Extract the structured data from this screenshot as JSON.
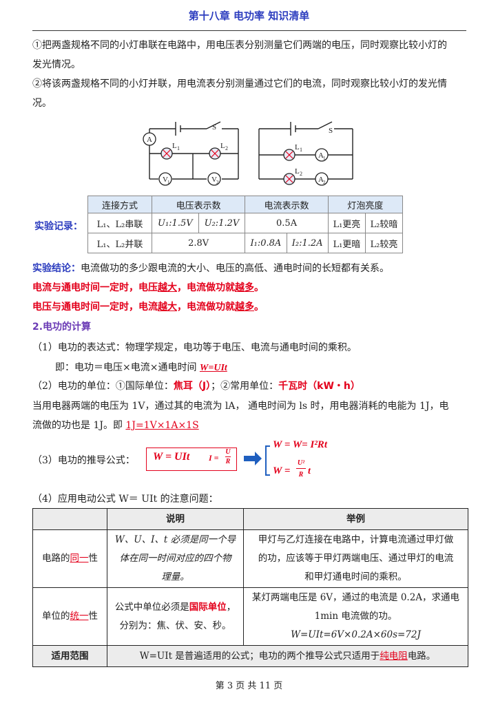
{
  "header": "第十八章  电功率  知识清单",
  "p1a": "①把两盏规格不同的小灯串联在电路中，用电压表分别测量它们两端的电压，同时观察比较小灯的",
  "p1b": "发光情况。",
  "p2a": "②将该两盏规格不同的小灯并联，用电流表分别测量通过它们的电流，同时观察比较小灯的发光情",
  "p2b": "况。",
  "circuit": {
    "ammeter": "A",
    "switch": "S",
    "l1": "L",
    "l2": "L",
    "sub1": "1",
    "sub2": "2",
    "v1": "V",
    "v2": "V",
    "a1": "A",
    "a2": "A"
  },
  "record": {
    "label": "实验记录：",
    "headers": [
      "连接方式",
      "电压表示数",
      "电流表示数",
      "灯泡亮度"
    ],
    "row1": [
      "L₁、L₂串联",
      "U₁:1.5V",
      "U₂:1.2V",
      "0.5A",
      "L₁更亮",
      "L₂较暗"
    ],
    "row2": [
      "L₁、L₂并联",
      "2.8V",
      "I₁:0.8A",
      "I₂:1.2A",
      "L₁更暗",
      "L₂较亮"
    ]
  },
  "conclusion_label": "实验结论：",
  "conclusion_text": "电流做功的多少跟电流的大小、电压的高低、通电时间的长短都有关系。",
  "red1_a": "电流与通电时间一定时，电压",
  "red1_b": "越大",
  "red1_c": "，电流做功就",
  "red1_d": "越多",
  "red1_e": "。",
  "red2_a": "电压与通电时间一定时，电流",
  "red2_b": "越大",
  "red2_c": "，电流做功就",
  "red2_d": "越多",
  "red2_e": "。",
  "sec2": "2.电功的计算",
  "item1": "（1）电功的表达式：物理学规定，电功等于电压、电流与通电时间的乘积。",
  "item1b": "即：电功＝电压×电流×通电时间 ",
  "item1_formula": "W=UIt",
  "item2_a": "（2）电功的单位：①国际单位：",
  "item2_b": "焦耳（J）",
  "item2_c": "；②常用单位：",
  "item2_d": "千瓦时（kW・h）",
  "item2_line2": "当用电器两端的电压为 1V，通过其的电流为 lA， 通电时间为 ls 时，用电器消耗的电能为 1J，电",
  "item2_line3": "流做的功也是 1J。即 ",
  "item2_formula": "1J=1V×1A×1S",
  "item3": "（3）电功的推导公式：",
  "derive": {
    "box1": "W = UIt",
    "box2": "I =",
    "frac_u": "U",
    "frac_r": "R",
    "top": "W = W= I²Rt",
    "bot_w": "W =",
    "bot_num": "U²",
    "bot_den": "R",
    "bot_t": "t"
  },
  "item4": "（4）应用电动公式 W＝ UIt  的注意问题：",
  "table": {
    "h": [
      "说明",
      "举例"
    ],
    "r1_label_a": "电路的",
    "r1_label_b": "同一",
    "r1_label_c": "性",
    "r1_desc": [
      "W、U、I、t 必须是同一个导",
      "体在同一时间对应的四个物",
      "理量。"
    ],
    "r1_ex": [
      "甲灯与乙灯连接在电路中，计算电流通过甲灯做",
      "的功，应该等于甲灯两端电压、通过甲灯的电流",
      "和甲灯通电时间的乘积。"
    ],
    "r2_label_a": "单位的",
    "r2_label_b": "统一",
    "r2_label_c": "性",
    "r2_desc_a": "公式中单位必须是",
    "r2_desc_b": "国际单位",
    "r2_desc_c": "，",
    "r2_desc2": "分别为：焦、伏、安、秒。",
    "r2_ex": [
      "某灯两端电压是 6V，通过的电流是 0.2A，求通电",
      "1min 电流做的功。",
      "W=UIt=6V×0.2A×60s=72J"
    ],
    "f_label": "适用范围",
    "f_a": "W=UIt 是普遍适用的公式；电功的两个推导公式只适用于",
    "f_b": "纯电阻",
    "f_c": "电路。"
  },
  "footer": "第  3  页  共  11  页"
}
